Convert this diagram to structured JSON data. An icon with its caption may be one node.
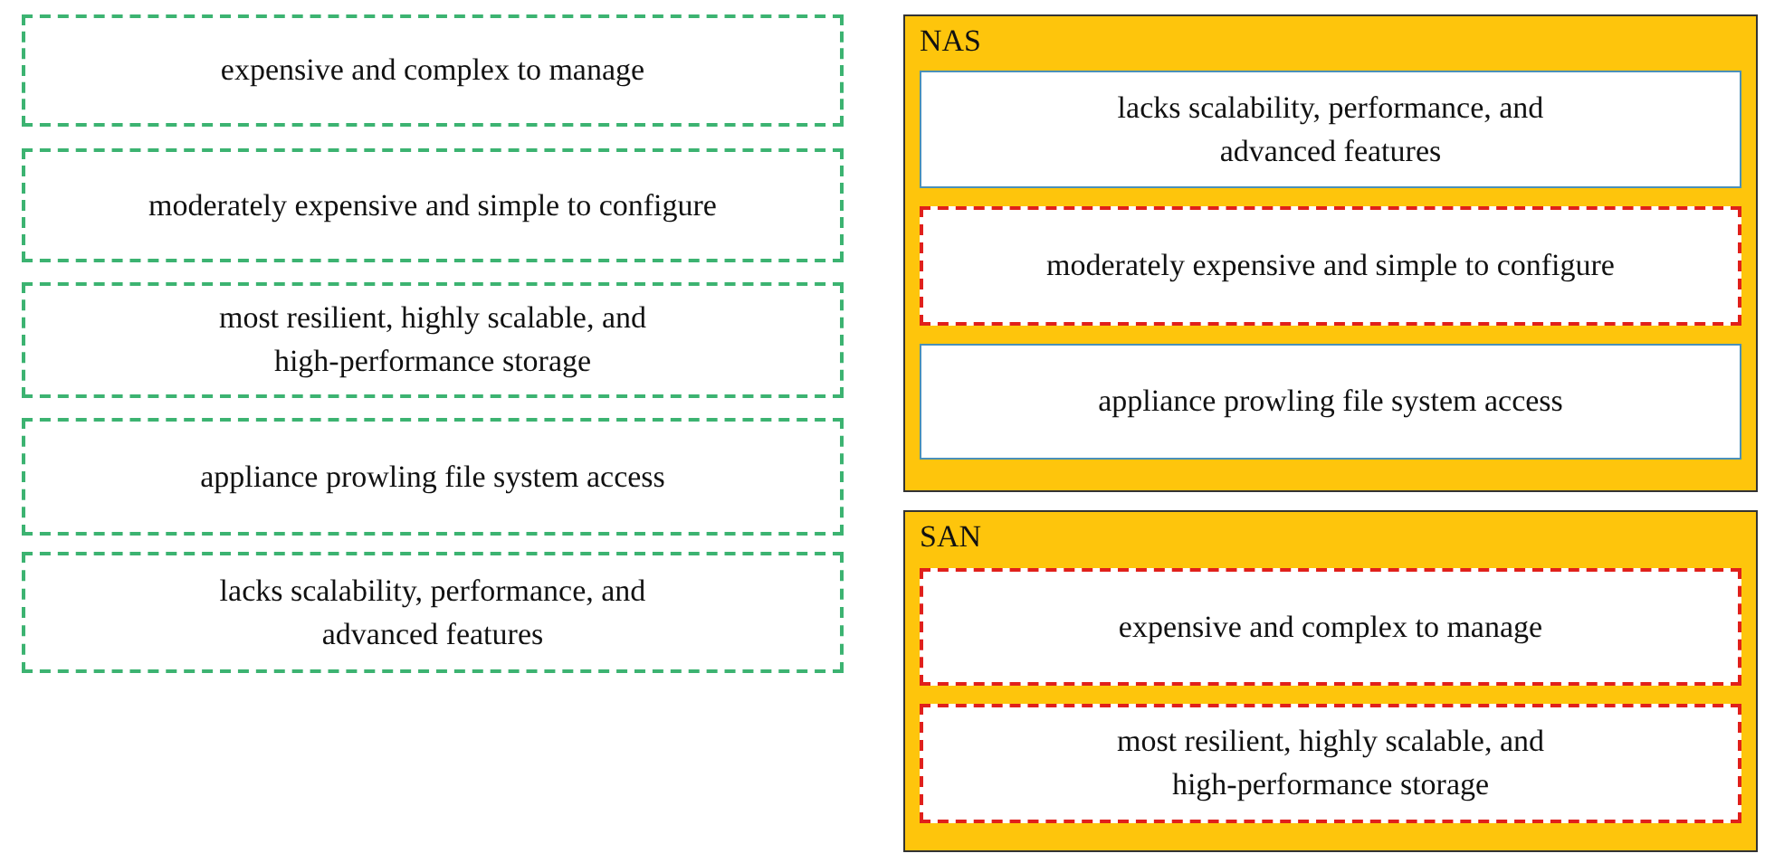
{
  "diagram": {
    "nodes": [
      {
        "text": [
          "expensive and complex to manage"
        ]
      },
      {
        "text": [
          "moderately expensive and simple to configure"
        ]
      },
      {
        "text": [
          "most resilient, highly scalable, and high-performance storage"
        ]
      },
      {
        "text": [
          "appliance prowling file system access"
        ]
      },
      {
        "text": [
          "lacks scalability, performance, and advanced features"
        ]
      },
      {
        "text": [
          "NAS"
        ]
      },
      {
        "text": [
          "lacks scalability, performance, and advanced features"
        ],
        "in": 5
      },
      {
        "text": [
          "moderately expensive and simple to configure"
        ],
        "in": 5
      },
      {
        "text": [
          "appliance prowling file system access"
        ],
        "in": 5
      },
      {
        "text": [
          "SAN"
        ]
      },
      {
        "text": [
          "expensive and complex to manage"
        ],
        "in": 9
      },
      {
        "text": [
          "most resilient, highly scalable, and high-performance storage"
        ],
        "in": 9
      }
    ]
  }
}
